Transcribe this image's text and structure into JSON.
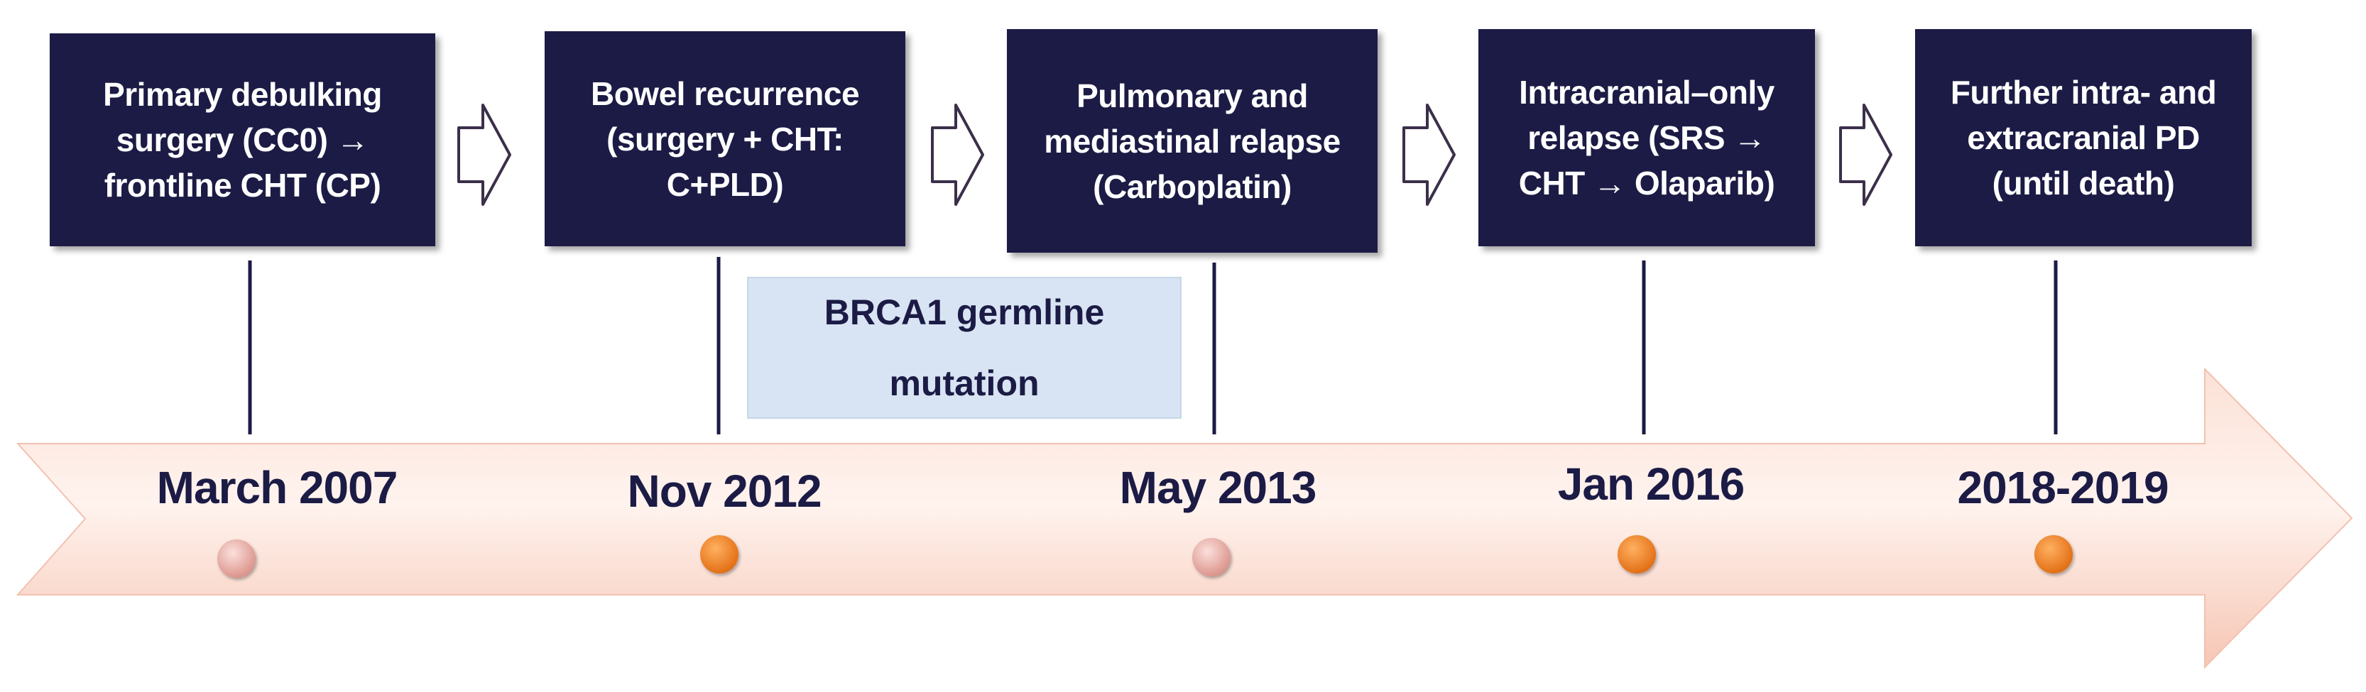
{
  "events": [
    {
      "date": "March 2007",
      "description": "Primary debulking\nsurgery (CC0) →\nfrontline CHT (CP)",
      "marker": "pink"
    },
    {
      "date": "Nov 2012",
      "description": "Bowel recurrence\n(surgery + CHT:\nC+PLD)",
      "marker": "orange"
    },
    {
      "date": "May 2013",
      "description": "Pulmonary and\nmediastinal relapse\n(Carboplatin)",
      "marker": "pink"
    },
    {
      "date": "Jan 2016",
      "description": "Intracranial–only\nrelapse (SRS →\nCHT → Olaparib)",
      "marker": "orange"
    },
    {
      "date": "2018-2019",
      "description": "Further intra- and\nextracranial PD\n(until death)",
      "marker": "orange"
    }
  ],
  "mutation_note": {
    "text": "BRCA1 germline\nmutation"
  },
  "colors": {
    "box_fill": "#1b1b45",
    "box_text": "#ffffff",
    "date_text": "#1b1b45",
    "timeline_light": "#fff0ea",
    "timeline_dark": "#f8c9b8",
    "marker_pink": "#e8a8a0",
    "marker_orange": "#f0801e",
    "mutation_fill": "#d8e4f3",
    "connector": "#1b1b45"
  }
}
